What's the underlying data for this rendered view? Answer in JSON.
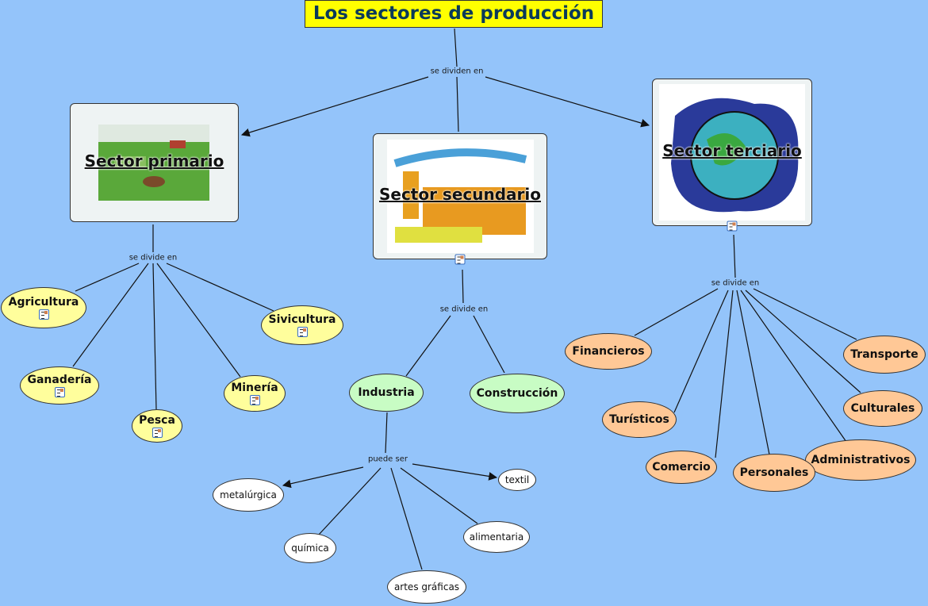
{
  "title": "Los sectores de producción",
  "links": {
    "root": "se dividen en",
    "primario": "se divide en",
    "secundario": "se divide en",
    "terciario": "se divide en",
    "industria": "puede ser"
  },
  "sectors": {
    "primario": "Sector primario",
    "secundario": "Sector secundario",
    "terciario": "Sector terciario"
  },
  "primario_items": [
    "Agricultura",
    "Sivicultura",
    "Ganadería",
    "Pesca",
    "Minería"
  ],
  "secundario_items": [
    "Industria",
    "Construcción"
  ],
  "industria_items": [
    "metalúrgica",
    "textil",
    "química",
    "alimentaria",
    "artes gráficas"
  ],
  "terciario_items": [
    "Financieros",
    "Transporte",
    "Turísticos",
    "Culturales",
    "Comercio",
    "Personales",
    "Administrativos"
  ],
  "colors": {
    "background": "#94c4fa",
    "title": "#ffff00",
    "primario": "#fffe9c",
    "secundario": "#c8fcc4",
    "terciario": "#ffc896"
  }
}
